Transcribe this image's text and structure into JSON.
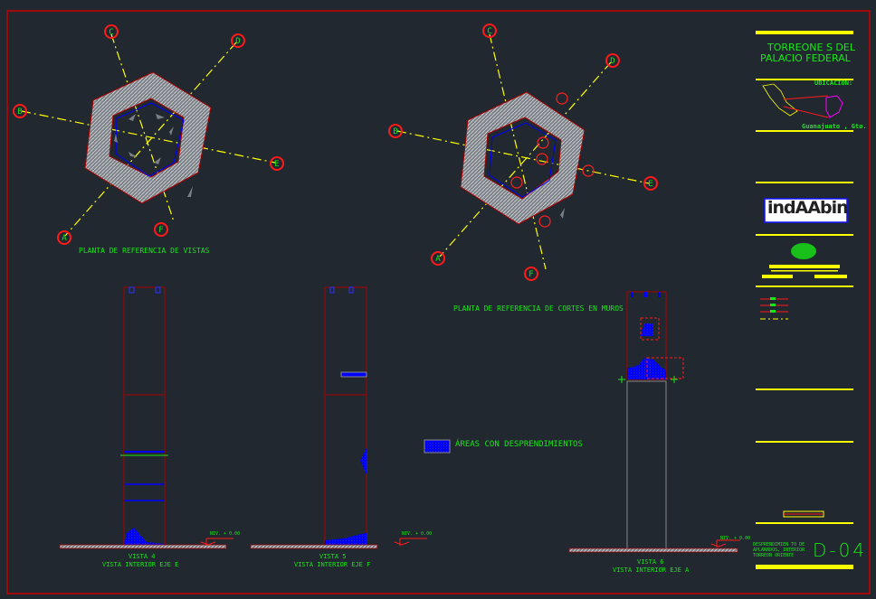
{
  "title_block": {
    "project_title_1": "TORREONE S DEL",
    "project_title_2": "PALACIO FEDERAL",
    "location_label": "UBICACIÓN:",
    "location_value": "Guanajuato , Gto.",
    "logo_text": "indAAbin",
    "sheet_description": [
      "DESPRENDIMIEN TO DE",
      "APLANADOS, INTERIOR",
      "TORREON ORIENTE"
    ],
    "sheet_number": "D-04"
  },
  "plans": {
    "views_plan_title": "PLANTA DE REFERENCIA DE VISTAS",
    "cuts_plan_title": "PLANTA DE REFERENCIA DE CORTES EN MUROS",
    "axes": [
      "A",
      "B",
      "C",
      "D",
      "E",
      "F"
    ]
  },
  "legend": {
    "label": "ÁREAS CON DESPRENDIMIENTOS",
    "color": "#0000ff"
  },
  "views": [
    {
      "title": "VISTA 4",
      "subtitle": "VISTA INTERIOR EJE E",
      "level": "NIV. + 0.00"
    },
    {
      "title": "VISTA 5",
      "subtitle": "VISTA INTERIOR EJE F",
      "level": "NIV. + 0.00"
    },
    {
      "title": "VISTA 6",
      "subtitle": "VISTA INTERIOR EJE A",
      "level": "NIV. + 0.00"
    }
  ],
  "colors": {
    "background": "#212830",
    "border": "#cc0000",
    "text": "#19e619",
    "accent": "#ffff00"
  }
}
